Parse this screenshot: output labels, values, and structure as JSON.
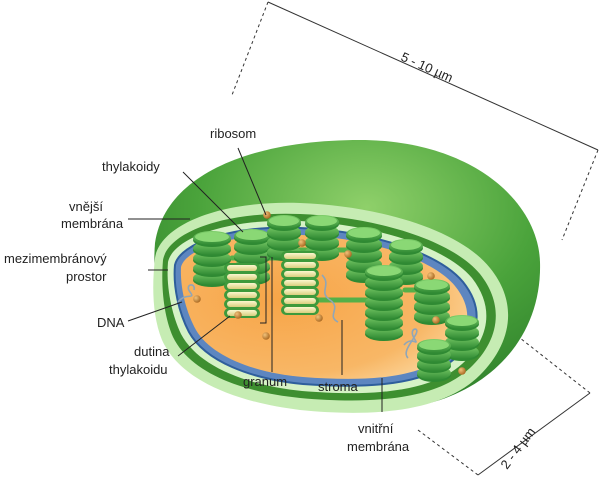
{
  "labels": {
    "ribosome": "ribosom",
    "thylakoids": "thylakoidy",
    "outer_membrane": [
      "vnější",
      "membrána"
    ],
    "intermembrane_space": [
      "mezimembránový",
      "prostor"
    ],
    "dna": "DNA",
    "thylakoid_lumen": [
      "dutina",
      "thylakoidu"
    ],
    "granum": "granum",
    "stroma": "stroma",
    "inner_membrane": [
      "vnitřní",
      "membrána"
    ]
  },
  "dimensions": {
    "length": "5 - 10 µm",
    "width": "2 - 4 µm"
  },
  "colors": {
    "outer_green": "#3f9a33",
    "outer_green_light": "#7fc25c",
    "membrane_light": "#c9edb7",
    "membrane_blue": "#2e5e9c",
    "stroma_orange": "#f6a650",
    "stroma_light": "#fbd59a",
    "thylakoid_green": "#4fb54a",
    "thylakoid_dark": "#2f8a33",
    "lumen_cream": "#f3efb0",
    "ribosome_brown": "#c98a3a"
  }
}
